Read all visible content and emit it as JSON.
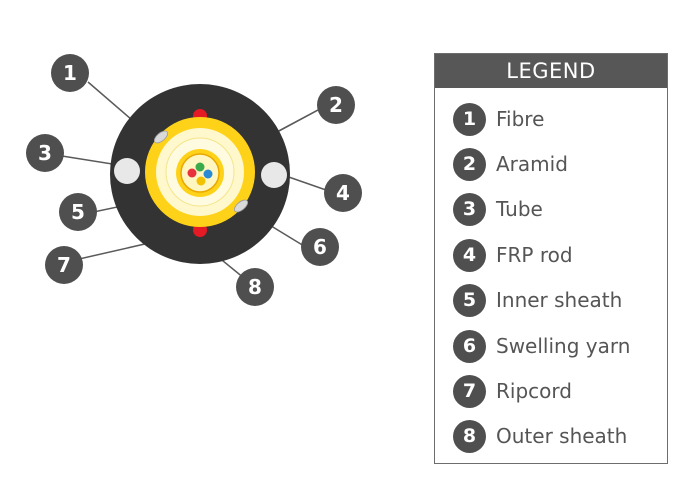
{
  "colors": {
    "outer_sheath": "#333333",
    "inner_sheath": "#ffd21a",
    "aramid": "#fff8cc",
    "ripcord": "#e41a24",
    "frp_rod": "#e8e8e8",
    "badge": "#4f4f4f",
    "legend_header": "#575757",
    "fibre_colors": [
      "#2a8ad4",
      "#3aaa4a",
      "#e8323c",
      "#f2c200"
    ]
  },
  "callouts": [
    "1",
    "2",
    "3",
    "4",
    "5",
    "6",
    "7",
    "8"
  ],
  "legend": {
    "title": "LEGEND",
    "items": [
      {
        "num": "1",
        "label": "Fibre"
      },
      {
        "num": "2",
        "label": "Aramid"
      },
      {
        "num": "3",
        "label": "Tube"
      },
      {
        "num": "4",
        "label": "FRP rod"
      },
      {
        "num": "5",
        "label": "Inner sheath"
      },
      {
        "num": "6",
        "label": "Swelling yarn"
      },
      {
        "num": "7",
        "label": "Ripcord"
      },
      {
        "num": "8",
        "label": "Outer sheath"
      }
    ]
  }
}
